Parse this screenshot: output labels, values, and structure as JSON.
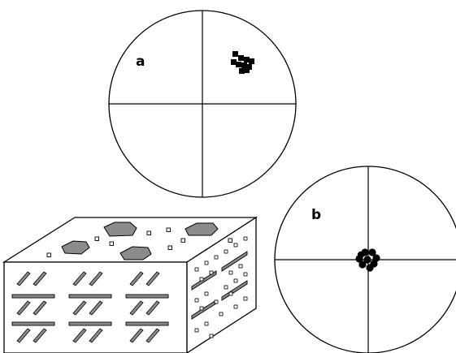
{
  "diagram": {
    "panels": [
      {
        "id": "a",
        "label": "a",
        "marker": "square-markers-icon"
      },
      {
        "id": "b",
        "label": "b",
        "marker": "circle-markers-icon"
      }
    ],
    "block": {
      "icon": "block-diagram-icon"
    },
    "colors": {
      "stroke": "#000000",
      "fill_gray": "#8c8c8c",
      "face_white": "#ffffff"
    }
  }
}
